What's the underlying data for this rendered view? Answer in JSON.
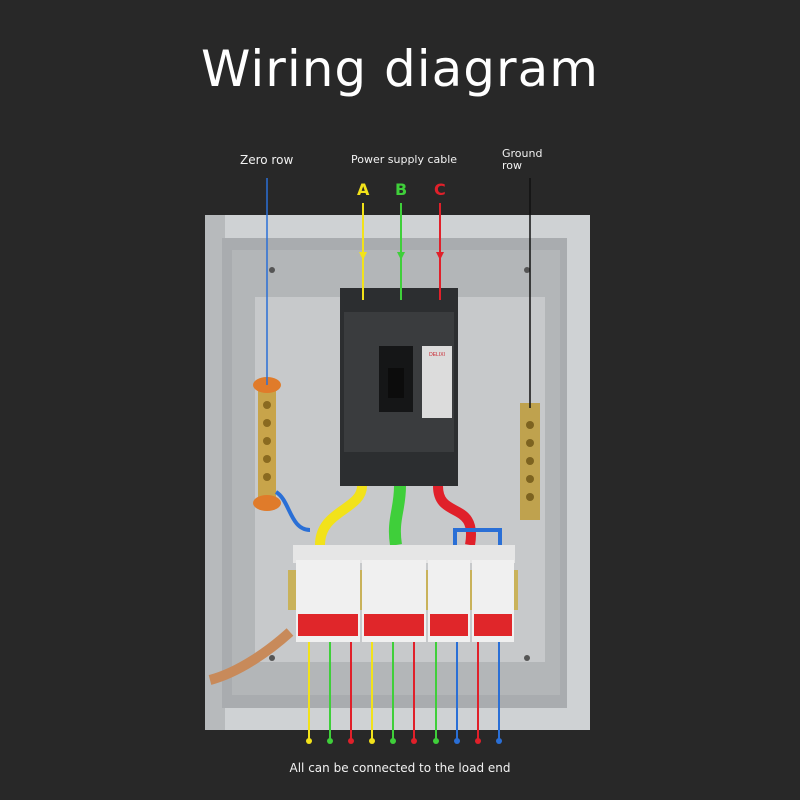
{
  "title": "Wiring diagram",
  "labels": {
    "zero_row": "Zero row",
    "power_supply": "Power supply cable",
    "ground_row": "Ground row",
    "load_end": "All can be connected to the load end"
  },
  "phases": [
    {
      "name": "A",
      "color": "#f2e21a"
    },
    {
      "name": "B",
      "color": "#3fcf3a"
    },
    {
      "name": "C",
      "color": "#e0202a"
    }
  ],
  "wire_colors": {
    "neutral": "#2a6fd6",
    "ground": "#111111",
    "phase_a": "#f2e21a",
    "phase_b": "#3fcf3a",
    "phase_c": "#e0202a"
  },
  "outputs": [
    "#f2e21a",
    "#3fcf3a",
    "#e0202a",
    "#f2e21a",
    "#3fcf3a",
    "#e0202a",
    "#3fcf3a",
    "#2a6fd6",
    "#e0202a",
    "#2a6fd6"
  ],
  "brand": "DELIXI"
}
